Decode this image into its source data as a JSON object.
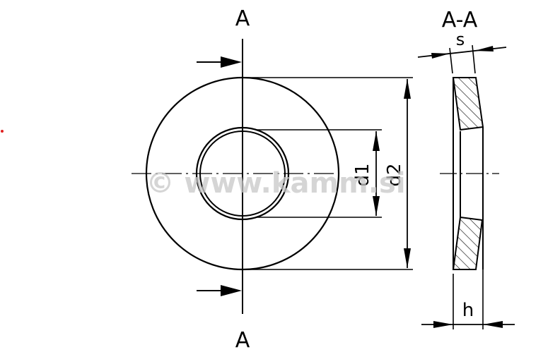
{
  "drawing": {
    "type": "technical drawing - disc spring / conical washer",
    "front_view": {
      "section_label_top": "A",
      "section_label_bottom": "A",
      "dimension_inner": "d1",
      "dimension_outer": "d2"
    },
    "section_view": {
      "title": "A-A",
      "dimension_thickness": "s",
      "dimension_height": "h"
    },
    "watermark": "© www.kamm.si",
    "colors": {
      "line": "#000000",
      "watermark": "#c8c8c8",
      "marker": "#e02020"
    }
  }
}
